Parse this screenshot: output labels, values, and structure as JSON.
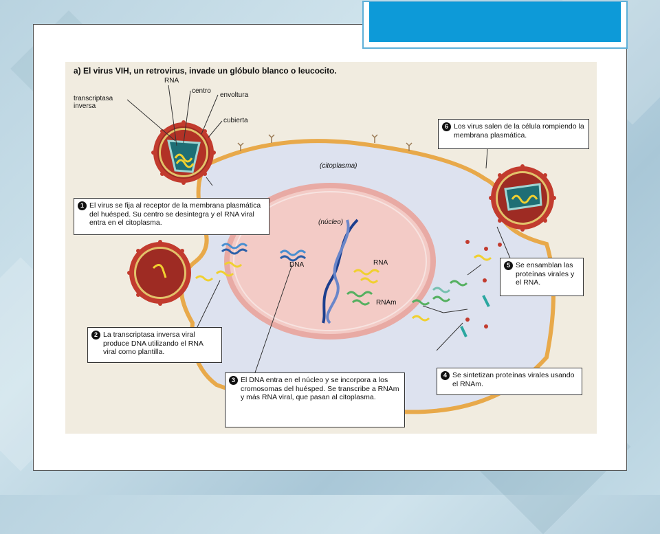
{
  "figure": {
    "title": "a) El virus VIH, un retrovirus, invade un glóbulo blanco o leucocito.",
    "labels": {
      "transcriptasa": "transcriptasa\ninversa",
      "rna_top": "RNA",
      "centro": "centro",
      "envoltura": "envoltura",
      "cubierta": "cubierta",
      "citoplasma": "(citoplasma)",
      "nucleo": "(núcleo)",
      "dna": "DNA",
      "rna_nuc": "RNA",
      "rnam": "RNAm"
    },
    "steps": [
      {
        "num": "1",
        "text": "El virus se fija al receptor de la membrana plasmática del huésped. Su centro se desintegra y el RNA viral entra en el citoplasma."
      },
      {
        "num": "2",
        "text": "La transcriptasa inversa viral produce DNA utilizando el RNA viral como plantilla."
      },
      {
        "num": "3",
        "text": "El DNA entra en el núcleo y se incorpora a los cromosomas del huésped. Se transcribe a RNAm y más RNA viral, que pasan al citoplasma."
      },
      {
        "num": "4",
        "text": "Se sintetizan proteínas virales usando el RNAm."
      },
      {
        "num": "5",
        "text": "Se ensamblan las proteínas virales y el RNA."
      },
      {
        "num": "6",
        "text": "Los virus salen de la célula rompiendo la membrana plasmática."
      }
    ]
  },
  "colors": {
    "accent": "#0d9ad8",
    "cell_membrane": "#e8a94a",
    "cytoplasm": "#dfe3ef",
    "nucleus": "#f2c9c4",
    "virus_envelope": "#c23b2e",
    "virus_core": "#1e6e75"
  }
}
